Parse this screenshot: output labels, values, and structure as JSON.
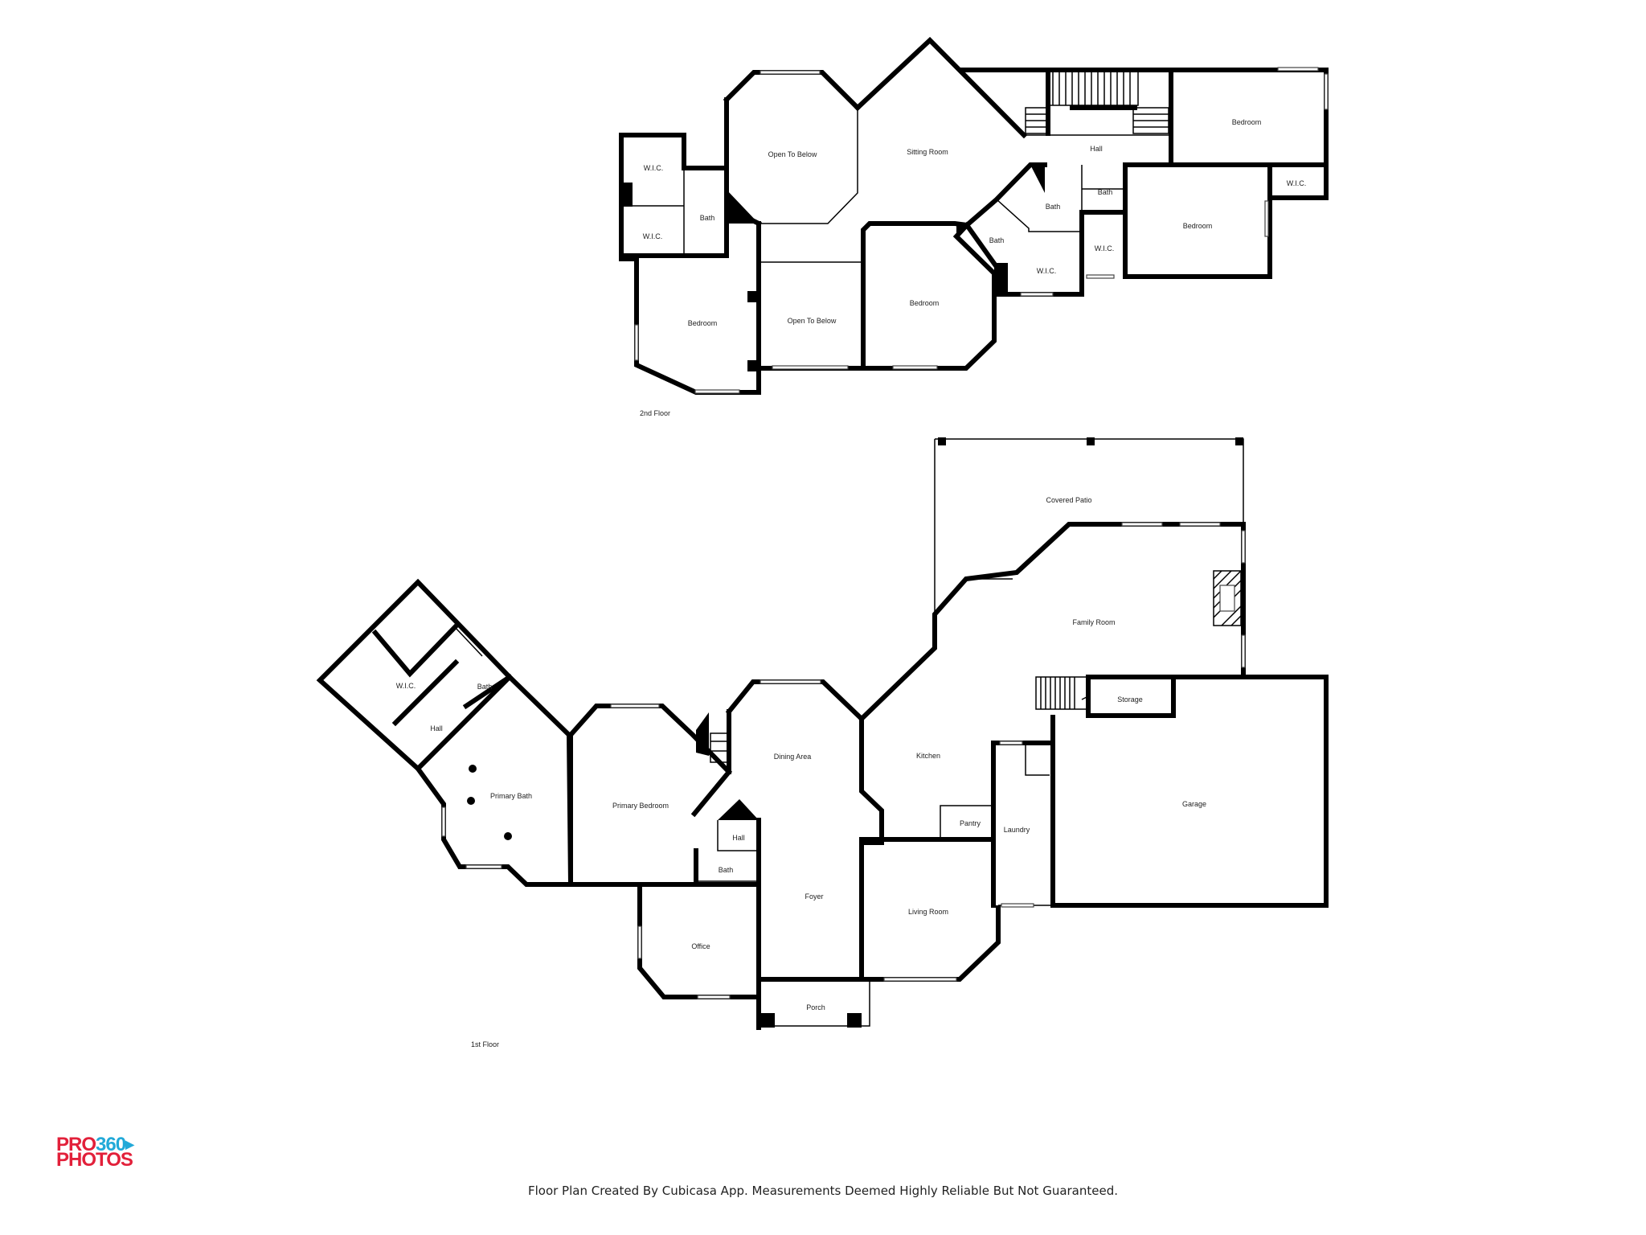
{
  "floors": [
    {
      "label": "2nd Floor",
      "rooms": [
        "W.I.C.",
        "W.I.C.",
        "Bath",
        "Open To Below",
        "Sitting Room",
        "Hall",
        "Bedroom",
        "W.I.C.",
        "Bath",
        "Bath",
        "Bath",
        "W.I.C.",
        "W.I.C.",
        "Bedroom",
        "Bedroom",
        "Bedroom",
        "Open To Below"
      ]
    },
    {
      "label": "1st Floor",
      "rooms": [
        "Covered Patio",
        "Family Room",
        "W.I.C.",
        "Bath",
        "Hall",
        "Primary Bath",
        "Primary Bedroom",
        "Dining Area",
        "Kitchen",
        "Storage",
        "Garage",
        "Pantry",
        "Laundry",
        "Hall",
        "Bath",
        "Foyer",
        "Living Room",
        "Office",
        "Porch"
      ]
    }
  ],
  "brand": {
    "line1_a": "PRO",
    "line1_b": "360",
    "line2": "PHOTOS",
    "accent": "#e2203a",
    "accent2": "#22a9d8"
  },
  "footer": "Floor Plan Created By Cubicasa App. Measurements Deemed Highly Reliable But Not Guaranteed."
}
